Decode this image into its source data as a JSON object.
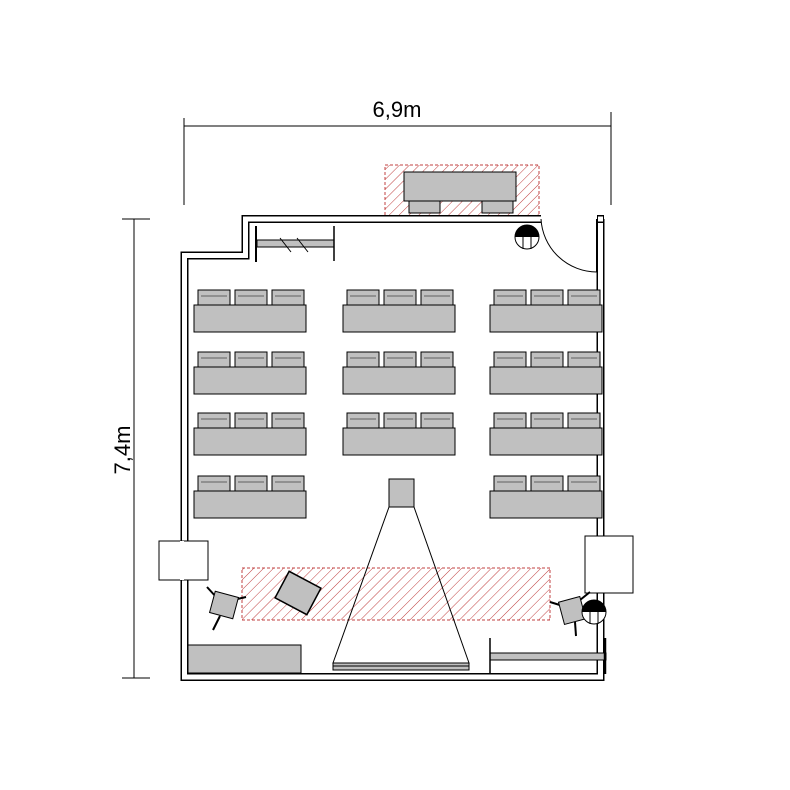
{
  "dimensions": {
    "width_label": "6,9m",
    "height_label": "7,4m"
  },
  "colors": {
    "furniture": "#c0c0c0",
    "hatch": "#c04040",
    "wall": "#000000"
  },
  "layout": {
    "table_rows": 4,
    "table_columns": 3,
    "chairs_per_table": 3,
    "missing_tables": [
      "row-4-col-2"
    ]
  }
}
